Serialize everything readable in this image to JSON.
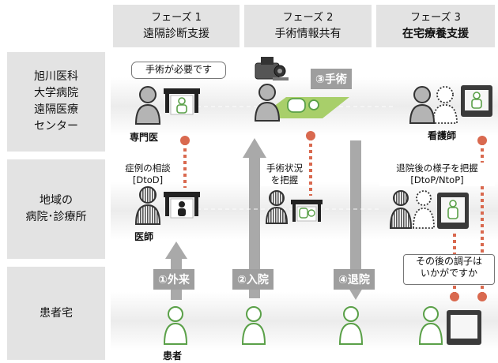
{
  "phases": [
    {
      "label": "フェーズ 1",
      "title": "遠隔診断支援"
    },
    {
      "label": "フェーズ 2",
      "title": "手術情報共有"
    },
    {
      "label": "フェーズ 3",
      "title": "在宅療養支援"
    }
  ],
  "rows": {
    "center": "旭川医科\n大学病院\n遠隔医療\nセンター",
    "regional": "地域の\n病院･診療所",
    "home": "患者宅"
  },
  "roles": {
    "specialist": "専門医",
    "physician": "医師",
    "nurse": "看護師",
    "patient": "患者"
  },
  "bubbles": {
    "surgery_needed": "手術が必要です",
    "how_are_you": "その後の調子は\nいかがですか"
  },
  "notes": {
    "consult": "症例の相談\n[DtoD]",
    "surgery_status": "手術状況\nを把握",
    "after_discharge": "退院後の様子を把握\n[DtoP/NtoP]"
  },
  "steps": {
    "outpatient": "①外来",
    "admission": "②入院",
    "surgery": "③手術",
    "discharge": "④退院"
  },
  "colors": {
    "header_bg": "#e3e3e3",
    "arrow": "#a9a9a9",
    "link": "#d9694f",
    "patient_outline": "#5aa048",
    "surgery_field": "#a8cf6a"
  }
}
